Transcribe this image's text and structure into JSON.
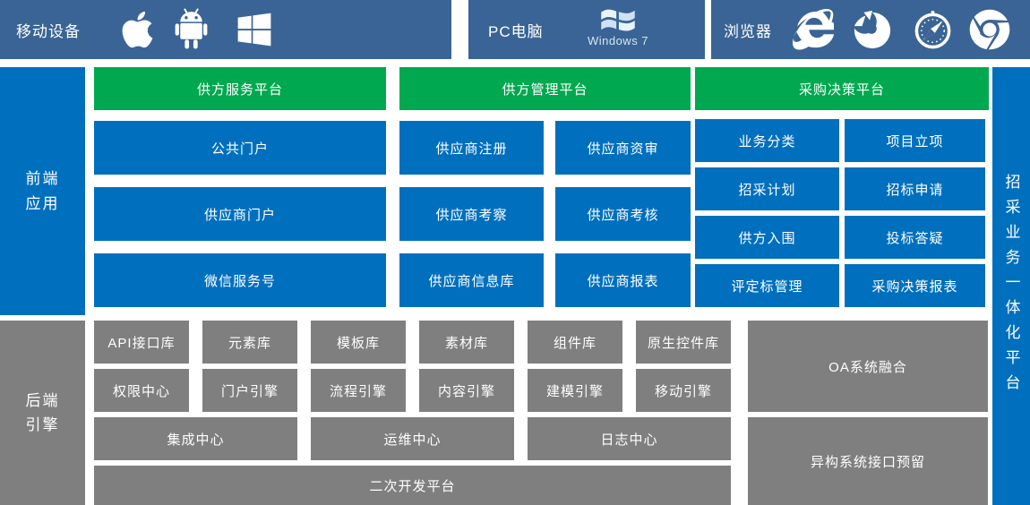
{
  "colors": {
    "banner_blue": "#3A6495",
    "box_blue": "#0070BE",
    "header_green": "#00A94F",
    "box_gray": "#7F7F7F",
    "text_white": "#FFFFFF"
  },
  "banner": {
    "mobile": {
      "label": "移动设备",
      "icons": [
        "apple-icon",
        "android-icon",
        "windows-icon"
      ]
    },
    "pc": {
      "label": "PC电脑",
      "icons": [
        "windows7-icon"
      ],
      "windows7_label": "Windows 7"
    },
    "browser": {
      "label": "浏览器",
      "icons": [
        "ie-icon",
        "firefox-icon",
        "safari-icon",
        "chrome-icon"
      ]
    }
  },
  "frontend": {
    "sidebar": {
      "line1": "前端",
      "line2": "应用"
    },
    "columns": [
      {
        "header": "供方服务平台",
        "boxes": [
          "公共门户",
          "供应商门户",
          "微信服务号"
        ]
      },
      {
        "header": "供方管理平台",
        "boxes": [
          "供应商注册",
          "供应商资审",
          "供应商考察",
          "供应商考核",
          "供应商信息库",
          "供应商报表"
        ]
      },
      {
        "header": "采购决策平台",
        "boxes": [
          "业务分类",
          "项目立项",
          "招采计划",
          "招标申请",
          "供方入围",
          "投标答疑",
          "评定标管理",
          "采购决策报表"
        ]
      }
    ]
  },
  "backend": {
    "sidebar": {
      "line1": "后端",
      "line2": "引擎"
    },
    "row1": [
      "API接口库",
      "元素库",
      "模板库",
      "素材库",
      "组件库",
      "原生控件库"
    ],
    "row2": [
      "权限中心",
      "门户引擎",
      "流程引擎",
      "内容引擎",
      "建模引擎",
      "移动引擎"
    ],
    "row3": [
      "集成中心",
      "运维中心",
      "日志中心"
    ],
    "dev_platform": "二次开发平台",
    "right_column": [
      "OA系统融合",
      "异构系统接口预留"
    ]
  },
  "right_bar": {
    "label": "招采业务一体化平台"
  }
}
